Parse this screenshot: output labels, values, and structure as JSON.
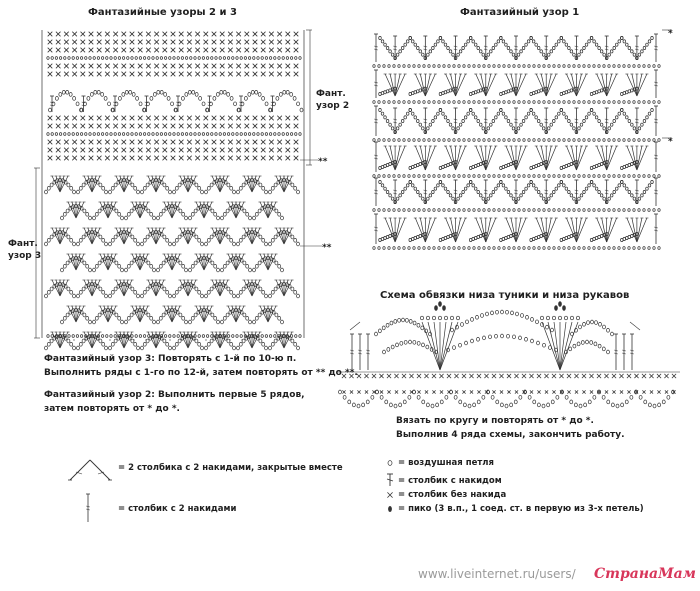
{
  "titles": {
    "patterns_2_3": "Фантазийные узоры 2 и 3",
    "pattern_1": "Фантазийный узор 1",
    "edging": "Схема обвязки низа туники и низа рукавов"
  },
  "side_labels": {
    "pattern2_a": "Фант.",
    "pattern2_b": "узор 2",
    "pattern3_a": "Фант.",
    "pattern3_b": "узор 3",
    "double_star": "**",
    "star": "*"
  },
  "instructions": {
    "p3_line1": "Фантазийный узор 3: Повторять с 1-й по 10-ю п.",
    "p3_line2": "Выполнить ряды с 1-го по 12-й, затем повторять от ** до **.",
    "p2_line1": "Фантазийный узор 2: Выполнить первые 5 рядов,",
    "p2_line2": "затем повторять от * до *.",
    "edge_line1": "Вязать по кругу и повторять от * до *.",
    "edge_line2": "Выполнив 4 ряда схемы, закончить работу."
  },
  "legend": {
    "dc2tog": "= 2 столбика с 2 накидами, закрытые вместе",
    "tr": "= столбик с 2 накидами",
    "ch": "= воздушная петля",
    "dc": "= столбик с накидом",
    "sc": "= столбик без накида",
    "picot": "= пико (3 в.п., 1 соед. ст. в первую из 3-х петель)"
  },
  "footer": {
    "watermark": "www.liveinternet.ru/users/",
    "logo": "СтранаМам"
  }
}
